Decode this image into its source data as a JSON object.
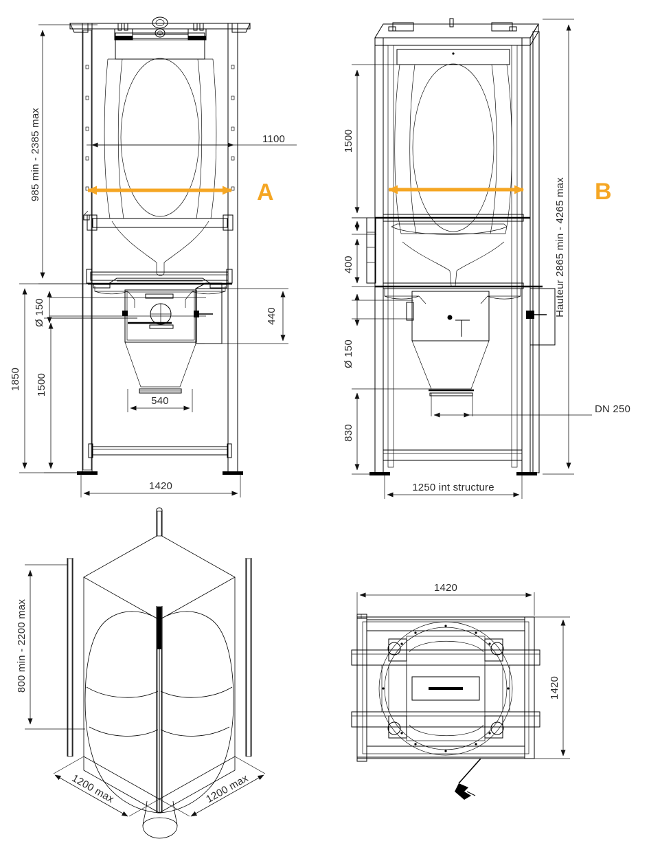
{
  "drawing": {
    "title": "FIBC big-bag discharge station general arrangement drawing",
    "accent_color": "#f5a623",
    "line_color": "#000000",
    "text_color": "#2b2b2b"
  },
  "views": {
    "front": {
      "name": "Front elevation",
      "label": "A",
      "dimensions": {
        "bag_height_range": "985 min - 2385 max",
        "bag_width": "1100",
        "inlet_diameter": "Ø 150",
        "hopper_height": "440",
        "hopper_width": "540",
        "leg_height_total": "1850",
        "leg_height_inner": "1500",
        "frame_width": "1420"
      }
    },
    "side": {
      "name": "Side elevation",
      "label": "B",
      "dimensions": {
        "bag_body_height": "1500",
        "collar_height": "400",
        "inlet_diameter": "Ø 150",
        "discharge_height": "830",
        "total_height": "Hauteur 2865 min - 4265 max",
        "outlet_size": "DN 250",
        "internal_structure_width": "1250 int structure"
      }
    },
    "isometric": {
      "name": "FIBC big-bag isometric view",
      "dimensions": {
        "bag_height_range": "800 min - 2200 max",
        "bag_depth": "1200 max",
        "bag_width": "1200 max"
      }
    },
    "plan": {
      "name": "Top plan view",
      "dimensions": {
        "frame_width": "1420",
        "frame_depth": "1420"
      }
    }
  }
}
